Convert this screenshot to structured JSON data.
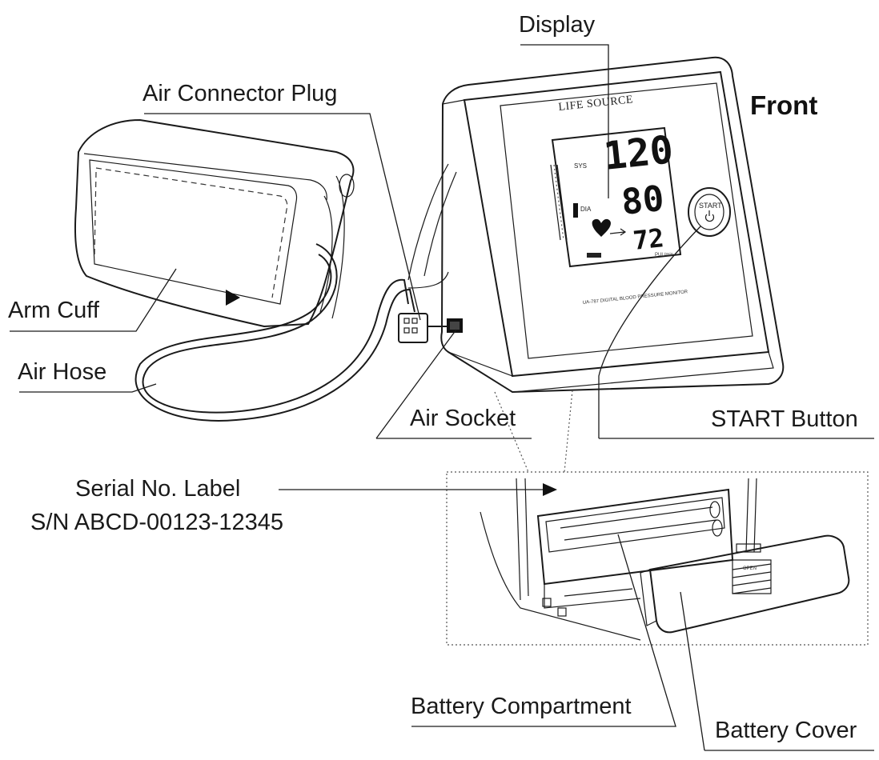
{
  "labels": {
    "display": "Display",
    "air_connector_plug": "Air Connector Plug",
    "front": "Front",
    "arm_cuff": "Arm Cuff",
    "air_hose": "Air Hose",
    "air_socket": "Air Socket",
    "start_button": "START Button",
    "serial_label": "Serial No. Label",
    "serial_number": "S/N ABCD-00123-12345",
    "battery_compartment": "Battery Compartment",
    "battery_cover": "Battery Cover"
  },
  "device": {
    "brand": "LIFE SOURCE",
    "lcd_sys_label": "SYS",
    "lcd_dia_label": "DIA",
    "lcd_systolic": "120",
    "lcd_diastolic": "80",
    "lcd_pulse": "72",
    "lcd_pulse_unit": "PUL/min",
    "start_button_text": "START",
    "cover_open_text": "OPEN"
  },
  "colors": {
    "ink": "#1a1a1a",
    "background": "#ffffff"
  }
}
